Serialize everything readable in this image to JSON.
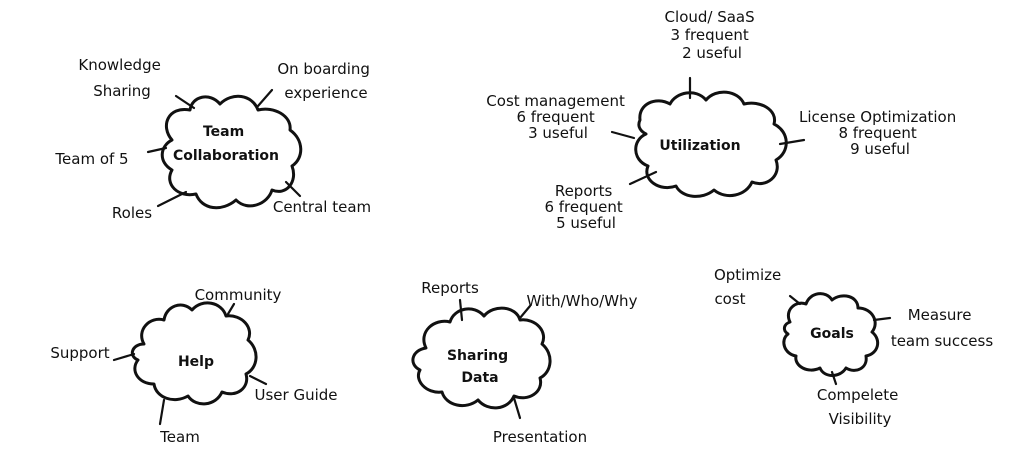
{
  "diagram": {
    "clouds": [
      {
        "id": "team",
        "title": [
          "Team",
          "Collaboration"
        ],
        "branches": [
          {
            "id": "knowledge",
            "lines": [
              "Knowledge",
              "Sharing"
            ]
          },
          {
            "id": "onboarding",
            "lines": [
              "On boarding",
              "experience"
            ]
          },
          {
            "id": "team-of-5",
            "lines": [
              "Team of 5"
            ]
          },
          {
            "id": "roles",
            "lines": [
              "Roles"
            ]
          },
          {
            "id": "central-team",
            "lines": [
              "Central team"
            ]
          }
        ]
      },
      {
        "id": "utilization",
        "title": [
          "Utilization"
        ],
        "branches": [
          {
            "id": "cloud-saas",
            "lines": [
              "Cloud/ SaaS",
              "3 frequent",
              "2 useful"
            ]
          },
          {
            "id": "cost-management",
            "lines": [
              "Cost management",
              "6 frequent",
              "3 useful"
            ]
          },
          {
            "id": "license-optimization",
            "lines": [
              "License Optimization",
              "8 frequent",
              "9 useful"
            ]
          },
          {
            "id": "reports",
            "lines": [
              "Reports",
              "6 frequent",
              "5 useful"
            ]
          }
        ]
      },
      {
        "id": "help",
        "title": [
          "Help"
        ],
        "branches": [
          {
            "id": "community",
            "lines": [
              "Community"
            ]
          },
          {
            "id": "support",
            "lines": [
              "Support"
            ]
          },
          {
            "id": "user-guide",
            "lines": [
              "User Guide"
            ]
          },
          {
            "id": "team",
            "lines": [
              "Team"
            ]
          }
        ]
      },
      {
        "id": "sharing",
        "title": [
          "Sharing",
          "Data"
        ],
        "branches": [
          {
            "id": "reports",
            "lines": [
              "Reports"
            ]
          },
          {
            "id": "with-who-why",
            "lines": [
              "With/Who/Why"
            ]
          },
          {
            "id": "presentation",
            "lines": [
              "Presentation"
            ]
          }
        ]
      },
      {
        "id": "goals",
        "title": [
          "Goals"
        ],
        "branches": [
          {
            "id": "optimize-cost",
            "lines": [
              "Optimize",
              "cost"
            ]
          },
          {
            "id": "measure-success",
            "lines": [
              "Measure",
              "team success"
            ]
          },
          {
            "id": "complete-visibility",
            "lines": [
              "Compelete",
              "Visibility"
            ]
          }
        ]
      }
    ]
  }
}
